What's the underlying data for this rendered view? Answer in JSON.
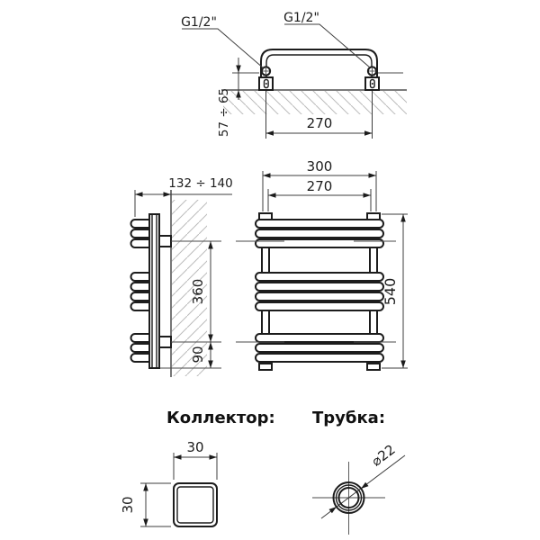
{
  "drawing": {
    "title": "towel-radiator-technical-drawing",
    "background": "#ffffff",
    "line_color": "#1c1c1c",
    "thin_line_color": "#4a4a4a",
    "hatch_color": "#bcbcbc",
    "top_view": {
      "thread_label_left": "G1/2\"",
      "thread_label_right": "G1/2\"",
      "wall_offset": "57 ÷ 65",
      "mounting_width": "270"
    },
    "side_view": {
      "depth_range": "132 ÷ 140",
      "bracket_spacing": "360",
      "bottom_offset": "90"
    },
    "front_view": {
      "overall_width": "300",
      "mounting_width": "270",
      "overall_height": "540"
    },
    "collector_section": {
      "heading": "Коллектор:",
      "profile_width": "30",
      "profile_height": "30"
    },
    "tube_section": {
      "heading": "Трубка:",
      "diameter": "⌀22"
    }
  }
}
